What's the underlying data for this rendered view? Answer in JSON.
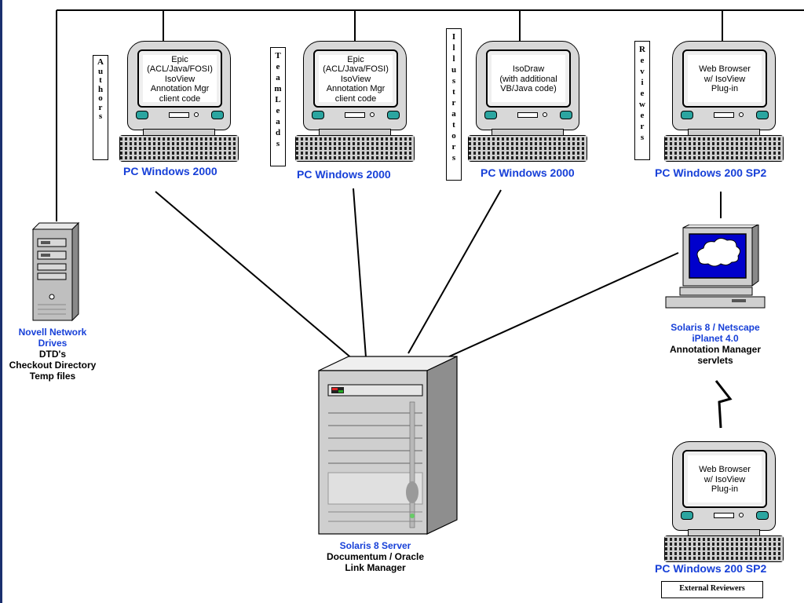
{
  "workstations": [
    {
      "role_letters": [
        "A",
        "u",
        "t",
        "h",
        "o",
        "r",
        "s"
      ],
      "screen_lines": [
        "Epic",
        "(ACL/Java/FOSI)",
        "IsoView",
        "Annotation Mgr",
        "client code"
      ],
      "platform": "PC Windows 2000"
    },
    {
      "role_letters": [
        "T",
        "e",
        "a",
        "m",
        "L",
        "e",
        "a",
        "d",
        "s"
      ],
      "screen_lines": [
        "Epic",
        "(ACL/Java/FOSI)",
        "IsoView",
        "Annotation Mgr",
        "client code"
      ],
      "platform": "PC Windows 2000"
    },
    {
      "role_letters": [
        "I",
        "l",
        "l",
        "u",
        "s",
        "t",
        "r",
        "a",
        "t",
        "o",
        "r",
        "s"
      ],
      "screen_lines": [
        "IsoDraw",
        "(with additional",
        "VB/Java code)"
      ],
      "platform": "PC Windows 2000"
    },
    {
      "role_letters": [
        "R",
        "e",
        "v",
        "i",
        "e",
        "w",
        "e",
        "r",
        "s"
      ],
      "screen_lines": [
        "Web Browser",
        "w/ IsoView",
        "Plug-in"
      ],
      "platform": "PC Windows 200 SP2"
    }
  ],
  "novell": {
    "title_lines": [
      "Novell Network",
      "Drives"
    ],
    "detail_lines": [
      "DTD's",
      "Checkout Directory",
      "Temp files"
    ]
  },
  "solaris_server": {
    "title": "Solaris 8 Server",
    "detail_lines": [
      "Documentum / Oracle",
      "Link Manager"
    ]
  },
  "web_server": {
    "title_lines": [
      "Solaris 8 / Netscape",
      "iPlanet 4.0"
    ],
    "detail_lines": [
      "Annotation Manager",
      "servlets"
    ]
  },
  "external_pc": {
    "screen_lines": [
      "Web Browser",
      "w/ IsoView",
      "Plug-in"
    ],
    "platform": "PC Windows 200 SP2",
    "group_label": "External Reviewers"
  },
  "colors": {
    "label_blue": "#1740d8",
    "screen_teal": "#2ba5a0",
    "cloud_blue": "#0000cc",
    "edge_navy": "#1a2f6e"
  }
}
